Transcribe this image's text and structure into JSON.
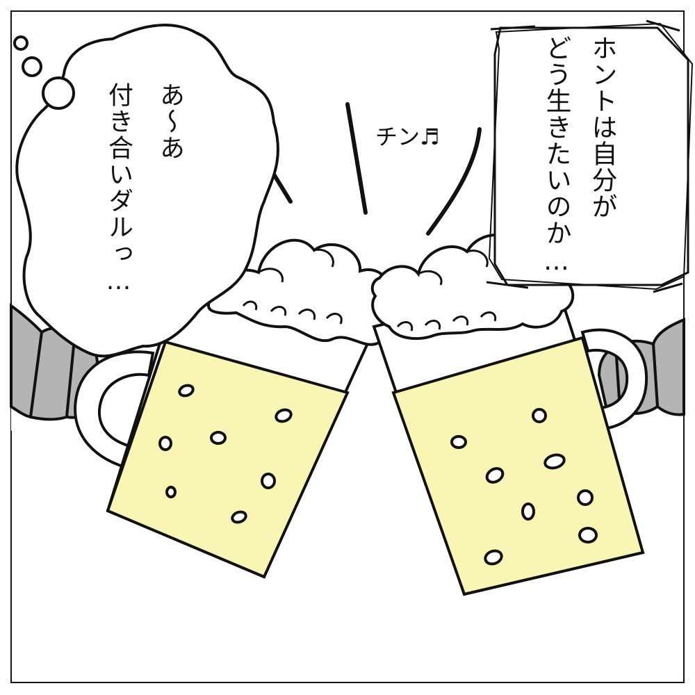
{
  "thought_bubble": {
    "line1": "あ～あ",
    "line2": "付き合いダルっ…"
  },
  "narration_box": {
    "line1": "ホントは自分が",
    "line2": "どう生きたいのか…"
  },
  "sound_effect": "チン♬",
  "colors": {
    "beer": "#f9f5b4",
    "sleeve": "#b4b4b4",
    "outline": "#111111",
    "background": "#ffffff"
  }
}
